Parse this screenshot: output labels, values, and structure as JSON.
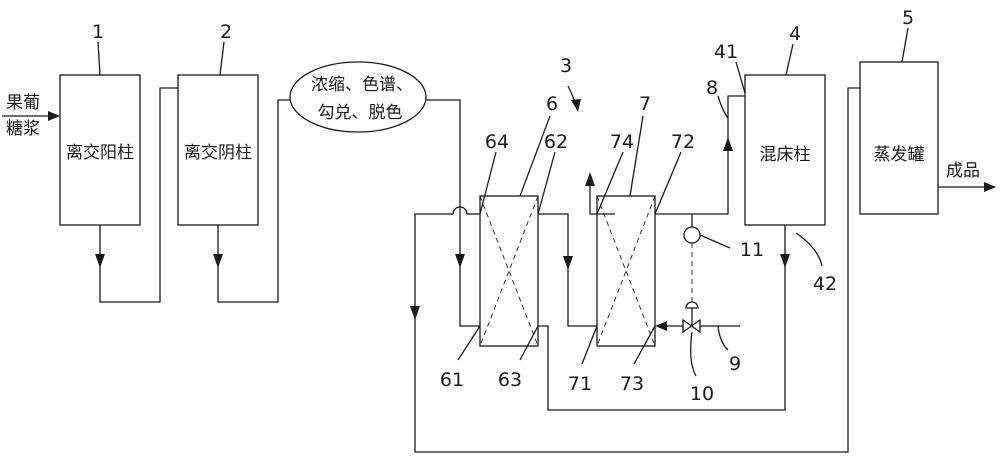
{
  "diagram": {
    "input_label_line1": "果葡",
    "input_label_line2": "糖浆",
    "output_label": "成品",
    "units": {
      "cation_column": "离交阳柱",
      "anion_column": "离交阴柱",
      "process_line1": "浓缩、色谱、",
      "process_line2": "勾兑、脱色",
      "mixed_bed": "混床柱",
      "evaporator": "蒸发罐"
    },
    "numbers": {
      "n1": "1",
      "n2": "2",
      "n3": "3",
      "n4": "4",
      "n5": "5",
      "n6": "6",
      "n7": "7",
      "n8": "8",
      "n9": "9",
      "n10": "10",
      "n11": "11",
      "n41": "41",
      "n42": "42",
      "n61": "61",
      "n62": "62",
      "n63": "63",
      "n64": "64",
      "n71": "71",
      "n72": "72",
      "n73": "73",
      "n74": "74"
    }
  }
}
